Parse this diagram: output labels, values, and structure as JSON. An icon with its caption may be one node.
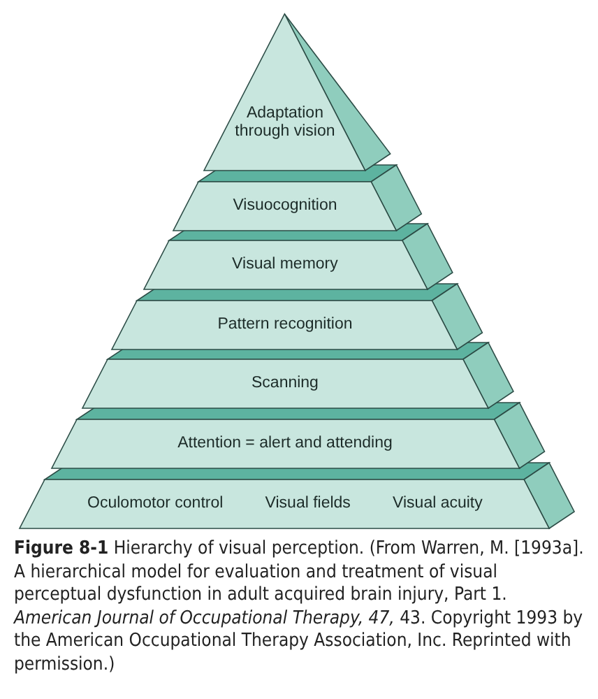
{
  "diagram": {
    "caption": "**Figure 8-1** Hierarchy of visual perception. (From Warren, M. [1993a]. A hierarchical model for evaluation and treatment of visual perceptual dysfunction in adult acquired brain injury, Part 1. *American Journal of Occupational Therapy, 47,* 43. Copyright 1993 by the American Occupational Therapy Association, Inc. Reprinted with permission.)",
    "nodes": [
      {
        "text": [
          "Adaptation through vision"
        ]
      },
      {
        "text": [
          "Visuocognition"
        ]
      },
      {
        "text": [
          "Visual memory"
        ]
      },
      {
        "text": [
          "Pattern recognition"
        ]
      },
      {
        "text": [
          "Scanning"
        ]
      },
      {
        "text": [
          "Attention = alert and attending"
        ]
      },
      {
        "text": [
          "Oculomotor control",
          "Visual fields",
          "Visual acuity"
        ]
      }
    ]
  }
}
